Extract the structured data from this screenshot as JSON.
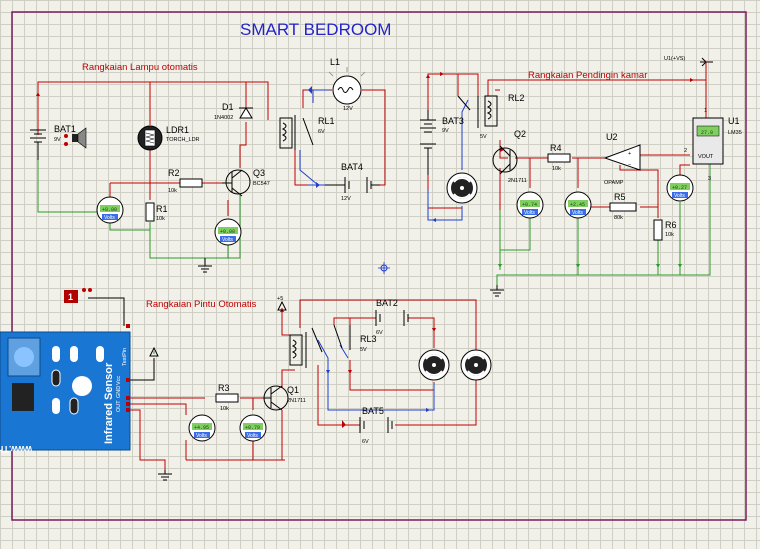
{
  "title": "SMART BEDROOM",
  "sections": {
    "lamp": "Rangkaian Lampu otomatis",
    "cooler": "Rangkaian Pendingin kamar",
    "door": "Rangkaian Pintu Otomatis"
  },
  "components": {
    "bat1": {
      "ref": "BAT1",
      "val": "9V"
    },
    "ldr1": {
      "ref": "LDR1",
      "val": "TORCH_LDR"
    },
    "d1": {
      "ref": "D1",
      "val": "1N4002"
    },
    "l1": {
      "ref": "L1",
      "val": "12V"
    },
    "rl1": {
      "ref": "RL1",
      "val": "6V"
    },
    "bat4": {
      "ref": "BAT4",
      "val": "12V"
    },
    "r2": {
      "ref": "R2",
      "val": "10k"
    },
    "q3": {
      "ref": "Q3",
      "val": "BC547"
    },
    "r1": {
      "ref": "R1",
      "val": "10k"
    },
    "bat3": {
      "ref": "BAT3",
      "val": "9V"
    },
    "rl2": {
      "ref": "RL2",
      "val": "5V"
    },
    "q2": {
      "ref": "Q2",
      "val": "2N1711"
    },
    "r4": {
      "ref": "R4",
      "val": "10k"
    },
    "u2": {
      "ref": "U2",
      "val": "OPAMP"
    },
    "r5": {
      "ref": "R5",
      "val": "80k"
    },
    "r6": {
      "ref": "R6",
      "val": "10k"
    },
    "u1": {
      "ref": "U1",
      "val": "LM35",
      "out": "VOUT",
      "supply": "U1(+VS)",
      "lcd": "27.0"
    },
    "bat2": {
      "ref": "BAT2",
      "val": "6V"
    },
    "rl3": {
      "ref": "RL3",
      "val": "5V"
    },
    "r3": {
      "ref": "R3",
      "val": "10k"
    },
    "q1": {
      "ref": "Q1",
      "val": "2N1711"
    },
    "bat5": {
      "ref": "BAT5",
      "val": "6V"
    }
  },
  "voltmeters": {
    "unit": "Volts",
    "vm_lamp1": "+0.00",
    "vm_lamp2": "+0.00",
    "vm_cool1": "+0.74",
    "vm_cool2": "+2.45",
    "vm_cool3": "+0.27",
    "vm_door1": "+4.95",
    "vm_door2": "+0.79"
  },
  "sensor": {
    "label": "Infrared Sensor",
    "site": "www.TheEngineeringP",
    "pins": [
      "OUT",
      "GND",
      "Vcc"
    ],
    "test_pin": "TestPin",
    "marker": "1"
  },
  "pin_numbers": {
    "p1": "1",
    "p2": "2",
    "p3": "3"
  },
  "rail_label": "+5"
}
